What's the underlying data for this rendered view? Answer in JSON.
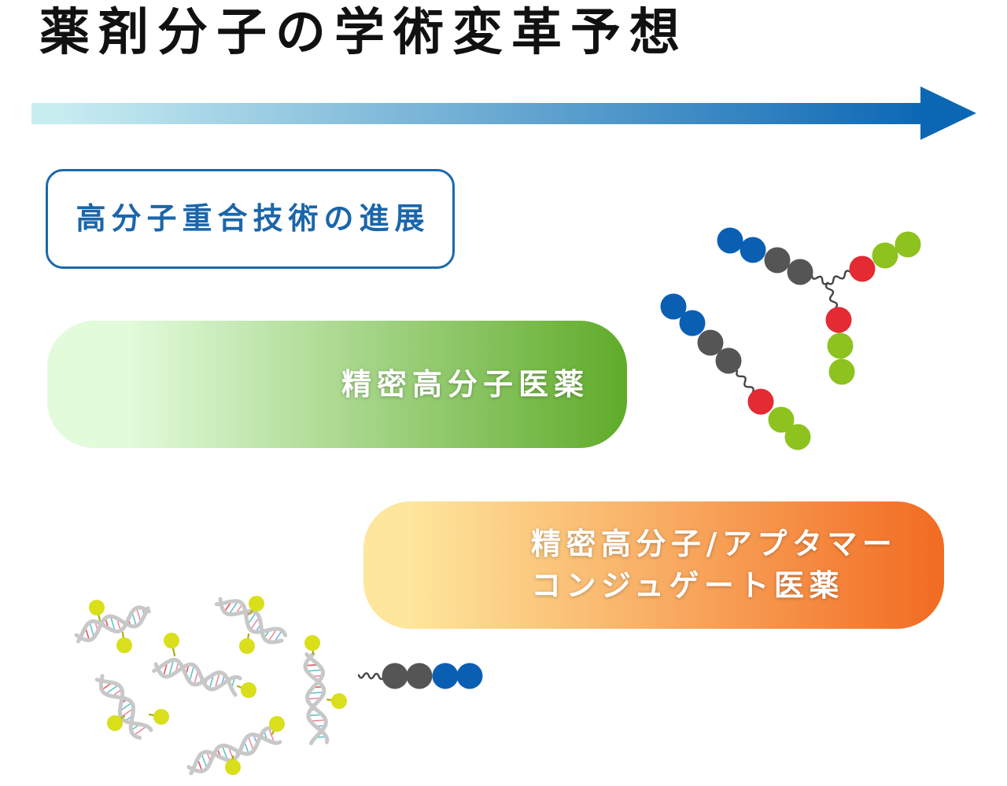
{
  "title": "薬剤分子の学術変革予想",
  "stages": [
    {
      "label": "高分子重合技術の進展"
    },
    {
      "label": "精密高分子医薬"
    },
    {
      "label_lines": [
        "精密高分子/アプタマー",
        "コンジュゲート医薬"
      ]
    }
  ],
  "colors": {
    "title": "#111111",
    "arrow_start": "#c8edf1",
    "arrow_end": "#0b67b4",
    "stage1_border": "#1b69ac",
    "stage1_text": "#1b66aa",
    "stage1_fill": "#ffffff",
    "stage2_start": "#e2fbdb",
    "stage2_end": "#60ab2a",
    "stage3_start": "#fee69c",
    "stage3_end": "#f26b22",
    "stage_label_text": "#ffffff",
    "bead_blue": "#0b5fb3",
    "bead_grey": "#555556",
    "bead_red": "#e42a32",
    "bead_green": "#8dc21f",
    "ligand": "#d9df1b",
    "dna_strand": "#c8c8c8",
    "dna_base_pairs": [
      "#ee8ca0",
      "#78b2e4",
      "#e35262",
      "#66c2c8"
    ]
  }
}
